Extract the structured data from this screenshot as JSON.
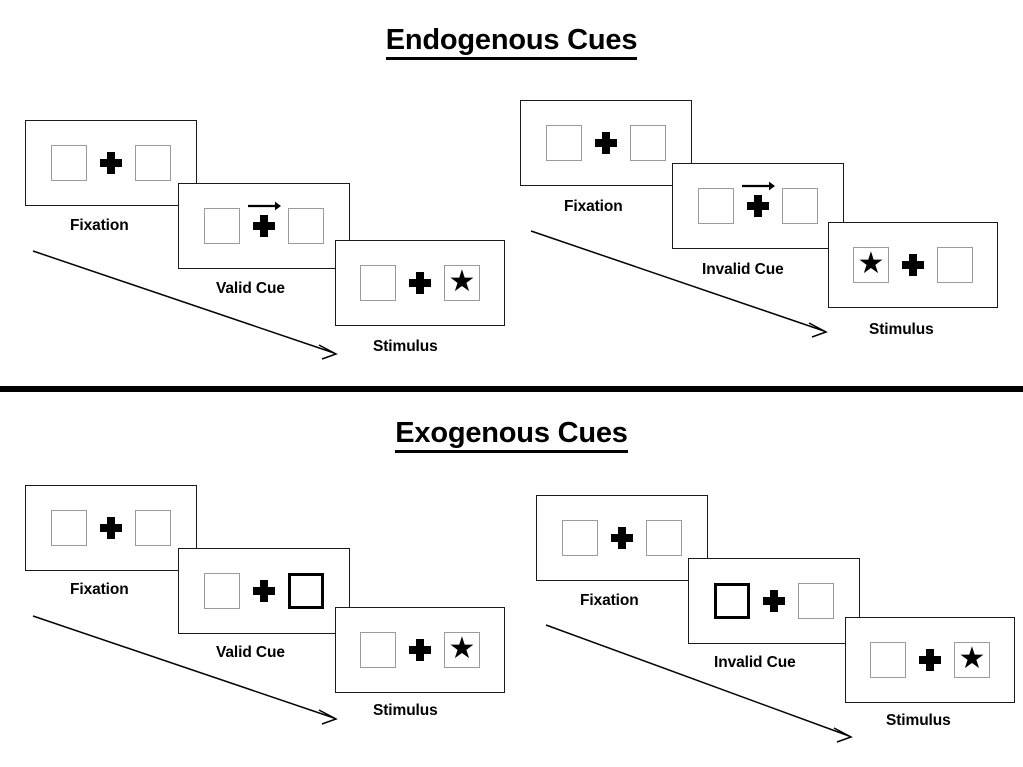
{
  "figure": {
    "title_endogenous": "Endogenous Cues",
    "title_exogenous": "Exogenous Cues"
  },
  "sections": [
    {
      "id": "endogenous",
      "title": "Endogenous Cues",
      "columns": [
        {
          "id": "endogenous-valid",
          "frames": [
            {
              "caption": "Fixation",
              "left_box": "empty",
              "right_box": "empty",
              "cue": "none",
              "cue_side": "none"
            },
            {
              "caption": "Valid Cue",
              "left_box": "empty",
              "right_box": "empty",
              "cue": "arrow",
              "cue_side": "right"
            },
            {
              "caption": "Stimulus",
              "left_box": "empty",
              "right_box": "star",
              "cue": "none",
              "cue_side": "none"
            }
          ],
          "flow_arrow_label": "trial-sequence-arrow"
        },
        {
          "id": "endogenous-invalid",
          "frames": [
            {
              "caption": "Fixation",
              "left_box": "empty",
              "right_box": "empty",
              "cue": "none",
              "cue_side": "none"
            },
            {
              "caption": "Invalid Cue",
              "left_box": "empty",
              "right_box": "empty",
              "cue": "arrow",
              "cue_side": "right"
            },
            {
              "caption": "Stimulus",
              "left_box": "star",
              "right_box": "empty",
              "cue": "none",
              "cue_side": "none"
            }
          ],
          "flow_arrow_label": "trial-sequence-arrow"
        }
      ]
    },
    {
      "id": "exogenous",
      "title": "Exogenous Cues",
      "columns": [
        {
          "id": "exogenous-valid",
          "frames": [
            {
              "caption": "Fixation",
              "left_box": "empty",
              "right_box": "empty",
              "cue": "none",
              "cue_side": "none"
            },
            {
              "caption": "Valid Cue",
              "left_box": "empty",
              "right_box": "empty",
              "cue": "highlight",
              "cue_side": "right"
            },
            {
              "caption": "Stimulus",
              "left_box": "empty",
              "right_box": "star",
              "cue": "none",
              "cue_side": "none"
            }
          ],
          "flow_arrow_label": "trial-sequence-arrow"
        },
        {
          "id": "exogenous-invalid",
          "frames": [
            {
              "caption": "Fixation",
              "left_box": "empty",
              "right_box": "empty",
              "cue": "none",
              "cue_side": "none"
            },
            {
              "caption": "Invalid Cue",
              "left_box": "empty",
              "right_box": "empty",
              "cue": "highlight",
              "cue_side": "left"
            },
            {
              "caption": "Stimulus",
              "left_box": "empty",
              "right_box": "star",
              "cue": "none",
              "cue_side": "none"
            }
          ],
          "flow_arrow_label": "trial-sequence-arrow"
        }
      ]
    }
  ],
  "glyphs": {
    "star": "★",
    "fixation_cross": "cross-shape",
    "cue_arrow": "right-arrow"
  },
  "colors": {
    "ink": "#000000",
    "panel_border": "#1a1a1a",
    "box_border": "#9b9b9b",
    "cued_box_border": "#000000",
    "background": "#ffffff"
  },
  "captions": {
    "fixation": "Fixation",
    "valid_cue": "Valid Cue",
    "invalid_cue": "Invalid Cue",
    "stimulus": "Stimulus"
  }
}
